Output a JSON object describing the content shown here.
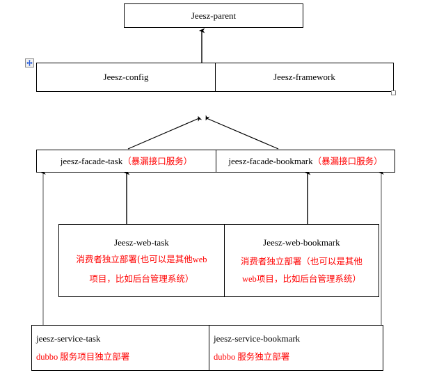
{
  "diagram": {
    "title_row": {
      "parent": "Jeesz-parent"
    },
    "module_row": {
      "config": "Jeesz-config",
      "framework": "Jeesz-framework"
    },
    "facade_row": {
      "task_name": "jeesz-facade-task",
      "task_note": "（暴漏接口服务）",
      "bookmark_name": "jeesz-facade-bookmark",
      "bookmark_note": "（暴漏接口服务）"
    },
    "web_row": {
      "task_title": "Jeesz-web-task",
      "task_desc_line1_cn": "消费者独立部署(也可以是其他",
      "task_desc_line1_en": "web",
      "task_desc_line2": "项目，比如后台管理系统）",
      "bookmark_title": "Jeesz-web-bookmark",
      "bookmark_desc_line1": "消费者独立部署（也可以是其他",
      "bookmark_desc_line2_en": "web",
      "bookmark_desc_line2_cn": "项目，比如后台管理系统）"
    },
    "service_row": {
      "task_title": "jeesz-service-task",
      "task_desc_en": "dubbo",
      "task_desc_cn": "服务项目独立部署",
      "bookmark_title": "jeesz-service-bookmark",
      "bookmark_desc_en": "dubbo",
      "bookmark_desc_cn": "服务独立部署"
    },
    "handles": {
      "table_move_handle": "table-move-handle",
      "table_resize_handle": "table-resize-handle"
    },
    "colors": {
      "stroke": "#000000",
      "note_red": "#ff0000",
      "background": "#ffffff",
      "handle_blue": "#2b5fd9",
      "handle_gray": "#808080"
    }
  }
}
